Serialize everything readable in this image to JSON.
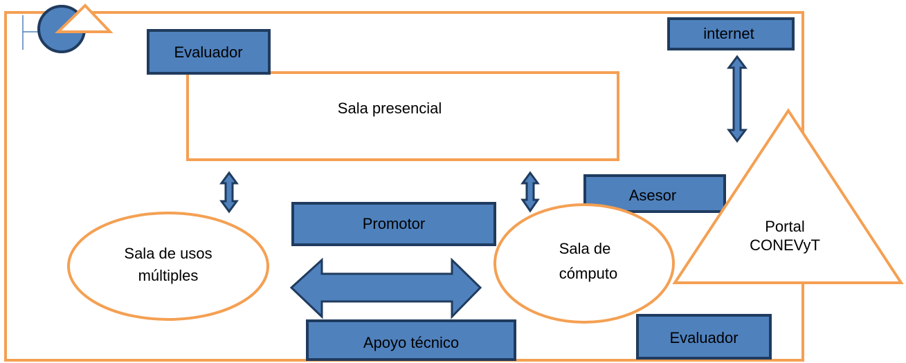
{
  "colors": {
    "orange": "#F4A053",
    "blue_fill": "#4F81BD",
    "blue_stroke": "#1F3B5E",
    "text": "#000000",
    "background": "#ffffff"
  },
  "icons": {
    "corner_logo": "circle-triangle-logo-icon"
  },
  "boxes": {
    "evaluador_top": "Evaluador",
    "internet": "internet",
    "asesor": "Asesor",
    "promotor": "Promotor",
    "apoyo_tecnico": "Apoyo técnico",
    "evaluador_bottom": "Evaluador"
  },
  "rooms": {
    "sala_presencial": "Sala presencial",
    "sala_usos_multiples_line1": "Sala de usos",
    "sala_usos_multiples_line2": "múltiples",
    "sala_computo_line1": "Sala de",
    "sala_computo_line2": "cómputo"
  },
  "portal": {
    "line1": "Portal",
    "line2": "CONEVyT"
  }
}
